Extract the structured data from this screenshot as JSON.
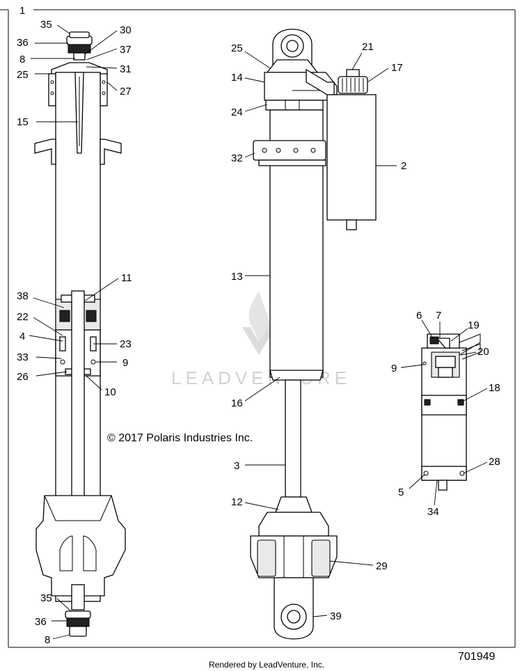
{
  "diagram": {
    "frame_label": "1",
    "copyright": "© 2017 Polaris Industries Inc.",
    "watermark": "LEADVENTURE",
    "reference_number": "701949",
    "rendered_by": "Rendered by LeadVenture, Inc.",
    "callouts": {
      "c35a": "35",
      "c36a": "36",
      "c8a": "8",
      "c25a": "25",
      "c30": "30",
      "c37": "37",
      "c31": "31",
      "c27": "27",
      "c15": "15",
      "c38": "38",
      "c11": "11",
      "c22": "22",
      "c4": "4",
      "c23": "23",
      "c33": "33",
      "c9a": "9",
      "c26": "26",
      "c10": "10",
      "c35b": "35",
      "c36b": "36",
      "c8b": "8",
      "c25b": "25",
      "c21": "21",
      "c17": "17",
      "c14": "14",
      "c24": "24",
      "c32": "32",
      "c2": "2",
      "c13": "13",
      "c16": "16",
      "c3": "3",
      "c12": "12",
      "c29": "29",
      "c39": "39",
      "c6": "6",
      "c7": "7",
      "c19": "19",
      "c20": "20",
      "c9b": "9",
      "c18": "18",
      "c28": "28",
      "c5": "5",
      "c34": "34"
    }
  }
}
